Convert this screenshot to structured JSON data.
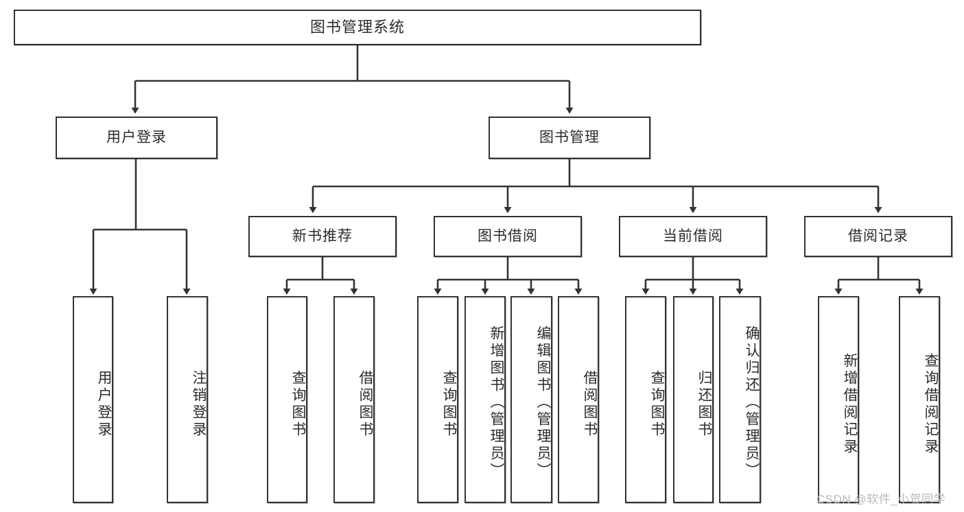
{
  "diagram": {
    "title": "图书管理系统",
    "type": "functional-structure-tree",
    "root": {
      "id": "root",
      "label": "图书管理系统"
    },
    "level1": [
      {
        "id": "user-login",
        "label": "用户登录"
      },
      {
        "id": "book-management",
        "label": "图书管理"
      }
    ],
    "level2": [
      {
        "id": "new-book-recommend",
        "label": "新书推荐",
        "parent": "book-management"
      },
      {
        "id": "book-borrow",
        "label": "图书借阅",
        "parent": "book-management"
      },
      {
        "id": "current-borrow",
        "label": "当前借阅",
        "parent": "book-management"
      },
      {
        "id": "borrow-record",
        "label": "借阅记录",
        "parent": "book-management"
      }
    ],
    "leaves": {
      "user-login": [
        {
          "id": "leaf-user-login",
          "label": "用户登录"
        },
        {
          "id": "leaf-user-logout",
          "label": "注销登录"
        }
      ],
      "new-book-recommend": [
        {
          "id": "leaf-query-book-1",
          "label": "查询图书"
        },
        {
          "id": "leaf-borrow-book-1",
          "label": "借阅图书"
        }
      ],
      "book-borrow": [
        {
          "id": "leaf-query-book-2",
          "label": "查询图书"
        },
        {
          "id": "leaf-add-book",
          "label": "新增图书（管理员）"
        },
        {
          "id": "leaf-edit-book",
          "label": "编辑图书（管理员）"
        },
        {
          "id": "leaf-borrow-book-2",
          "label": "借阅图书"
        }
      ],
      "current-borrow": [
        {
          "id": "leaf-query-book-3",
          "label": "查询图书"
        },
        {
          "id": "leaf-return-book",
          "label": "归还图书"
        },
        {
          "id": "leaf-confirm-return",
          "label": "确认归还（管理员）"
        }
      ],
      "borrow-record": [
        {
          "id": "leaf-add-record",
          "label": "新增借阅记录"
        },
        {
          "id": "leaf-query-record",
          "label": "查询借阅记录"
        }
      ]
    },
    "watermark": "CSDN @软件_小贺同学",
    "colors": {
      "border": "#333333",
      "background": "#ffffff",
      "text": "#2b2b2b",
      "watermark": "#b9b9b9"
    }
  }
}
